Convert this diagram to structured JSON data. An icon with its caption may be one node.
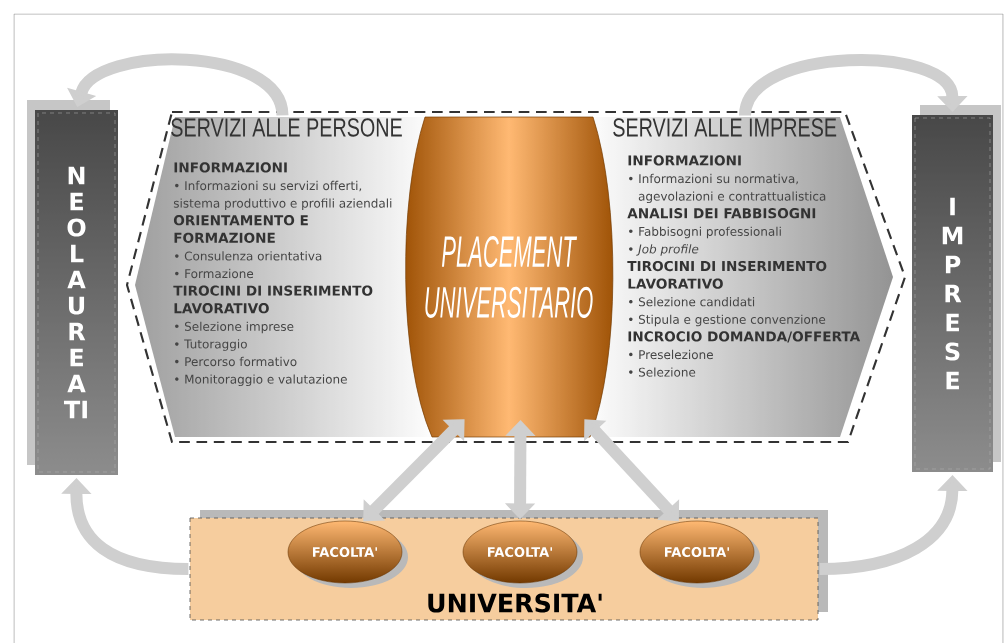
{
  "diagram": {
    "nodes": [
      {
        "text": [
          "NEOLAUREATI"
        ]
      },
      {
        "text": [],
        "shape": "hexagon"
      },
      {
        "text": [
          "SERVIZI ALLE PERSONE",
          "INFORMAZIONI",
          "• Informazioni su servizi offerti, sistema produttivo e profili aziendali",
          "ORIENTAMENTO E FORMAZIONE",
          "• Consulenza orientativa",
          "• Formazione",
          "TIROCINI DI INSERIMENTO LAVORATIVO",
          "• Selezione imprese",
          "• Tutoraggio",
          "• Percorso formativo",
          "• Monitoraggio e valutazione"
        ],
        "in": 1
      },
      {
        "text": [
          "PLACEMENT UNIVERSITARIO"
        ],
        "in": 1
      },
      {
        "text": [
          "SERVIZI ALLE IMPRESE",
          "INFORMAZIONI",
          "• Informazioni su normativa, agevolazioni e contrattualistica",
          "ANALISI DEI FABBISOGNI",
          "• Fabbisogni professionali",
          "• *Job profile*",
          "TIROCINI DI INSERIMENTO LAVORATIVO",
          "• Selezione candidati",
          "• Stipula e gestione convenzione",
          "INCROCIO DOMANDA/OFFERTA",
          "• Preselezione",
          "• Selezione"
        ],
        "in": 1
      },
      {
        "text": [
          "IMPRESE"
        ]
      },
      {
        "text": [
          "UNIVERSITA'"
        ]
      },
      {
        "text": [
          "FACOLTA'"
        ],
        "in": 6
      },
      {
        "text": [
          "FACOLTA'"
        ],
        "in": 6
      },
      {
        "text": [
          "FACOLTA'"
        ],
        "in": 6
      }
    ],
    "edges": [
      {
        "from": 2,
        "to": 0,
        "arrow": "to"
      },
      {
        "from": 4,
        "to": 5,
        "arrow": "to"
      },
      {
        "from": 6,
        "to": 0,
        "arrow": "to"
      },
      {
        "from": 6,
        "to": 5,
        "arrow": "to"
      },
      {
        "from": 7,
        "to": 3,
        "arrow": "both"
      },
      {
        "from": 8,
        "to": 3,
        "arrow": "both"
      },
      {
        "from": 9,
        "to": 3,
        "arrow": "both"
      }
    ]
  }
}
